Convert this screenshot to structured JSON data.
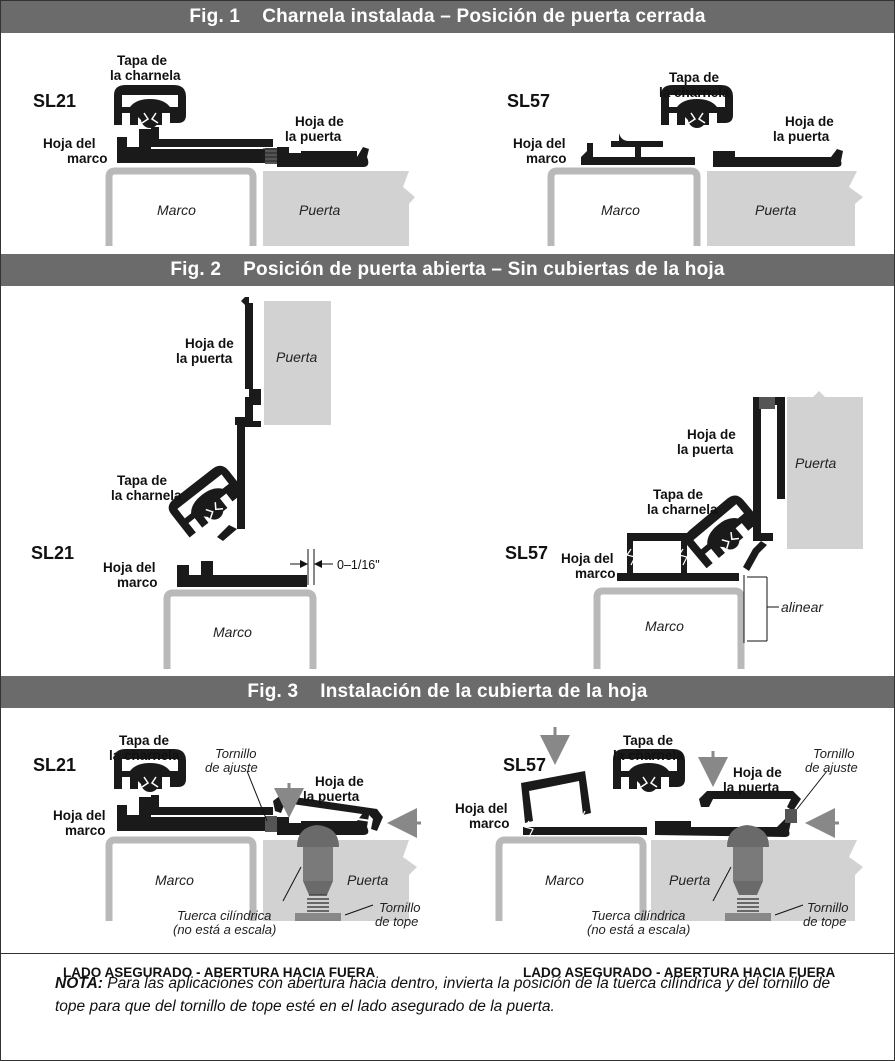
{
  "fig1": {
    "number": "Fig. 1",
    "title": "Charnela instalada – Posición de puerta cerrada",
    "sl21": {
      "model": "SL21",
      "cap_l1": "Tapa de",
      "cap_l2": "la charnela",
      "frame_leaf_l1": "Hoja del",
      "frame_leaf_l2": "marco",
      "door_leaf_l1": "Hoja de",
      "door_leaf_l2": "la puerta",
      "frame": "Marco",
      "door": "Puerta"
    },
    "sl57": {
      "model": "SL57",
      "cap_l1": "Tapa de",
      "cap_l2": "la charnela",
      "frame_leaf_l1": "Hoja del",
      "frame_leaf_l2": "marco",
      "door_leaf_l1": "Hoja de",
      "door_leaf_l2": "la puerta",
      "frame": "Marco",
      "door": "Puerta"
    }
  },
  "fig2": {
    "number": "Fig. 2",
    "title": "Posición de puerta abierta – Sin cubiertas de la hoja",
    "sl21": {
      "model": "SL21",
      "door_leaf_l1": "Hoja de",
      "door_leaf_l2": "la puerta",
      "door": "Puerta",
      "cap_l1": "Tapa de",
      "cap_l2": "la charnela",
      "frame_leaf_l1": "Hoja del",
      "frame_leaf_l2": "marco",
      "gap": "0–1/16\"",
      "frame": "Marco"
    },
    "sl57": {
      "model": "SL57",
      "door_leaf_l1": "Hoja de",
      "door_leaf_l2": "la puerta",
      "door": "Puerta",
      "cap_l1": "Tapa de",
      "cap_l2": "la charnela",
      "frame_leaf_l1": "Hoja del",
      "frame_leaf_l2": "marco",
      "align": "alinear",
      "frame": "Marco"
    }
  },
  "fig3": {
    "number": "Fig. 3",
    "title": "Instalación de la cubierta de la hoja",
    "sl21": {
      "model": "SL21",
      "cap_l1": "Tapa de",
      "cap_l2": "la charnela",
      "adj_l1": "Tornillo",
      "adj_l2": "de ajuste",
      "door_leaf_l1": "Hoja de",
      "door_leaf_l2": "la puerta",
      "frame_leaf_l1": "Hoja del",
      "frame_leaf_l2": "marco",
      "frame": "Marco",
      "door": "Puerta",
      "nut_l1": "Tuerca cilíndrica",
      "nut_l2": "(no está a escala)",
      "stop_l1": "Tornillo",
      "stop_l2": "de tope",
      "caption": "LADO ASEGURADO - ABERTURA HACIA FUERA"
    },
    "sl57": {
      "model": "SL57",
      "cap_l1": "Tapa de",
      "cap_l2": "la charnela",
      "door_leaf_l1": "Hoja de",
      "door_leaf_l2": "la puerta",
      "adj_l1": "Tornillo",
      "adj_l2": "de ajuste",
      "frame_leaf_l1": "Hoja del",
      "frame_leaf_l2": "marco",
      "frame": "Marco",
      "door": "Puerta",
      "nut_l1": "Tuerca cilíndrica",
      "nut_l2": "(no está a escala)",
      "stop_l1": "Tornillo",
      "stop_l2": "de tope",
      "caption": "LADO ASEGURADO - ABERTURA HACIA FUERA"
    }
  },
  "note": {
    "label": "NOTA:",
    "text": "Para las aplicaciones con abertura hacia dentro, invierta la posición de la tuerca cilíndrica y del tornillo de tope para que del tornillo de tope esté en el lado asegurado de la puerta."
  },
  "colors": {
    "header_bg": "#6b6b6b",
    "frame_outline": "#b9b9b9",
    "door_fill": "#d2d2d2",
    "profile": "#1a1a1a"
  }
}
